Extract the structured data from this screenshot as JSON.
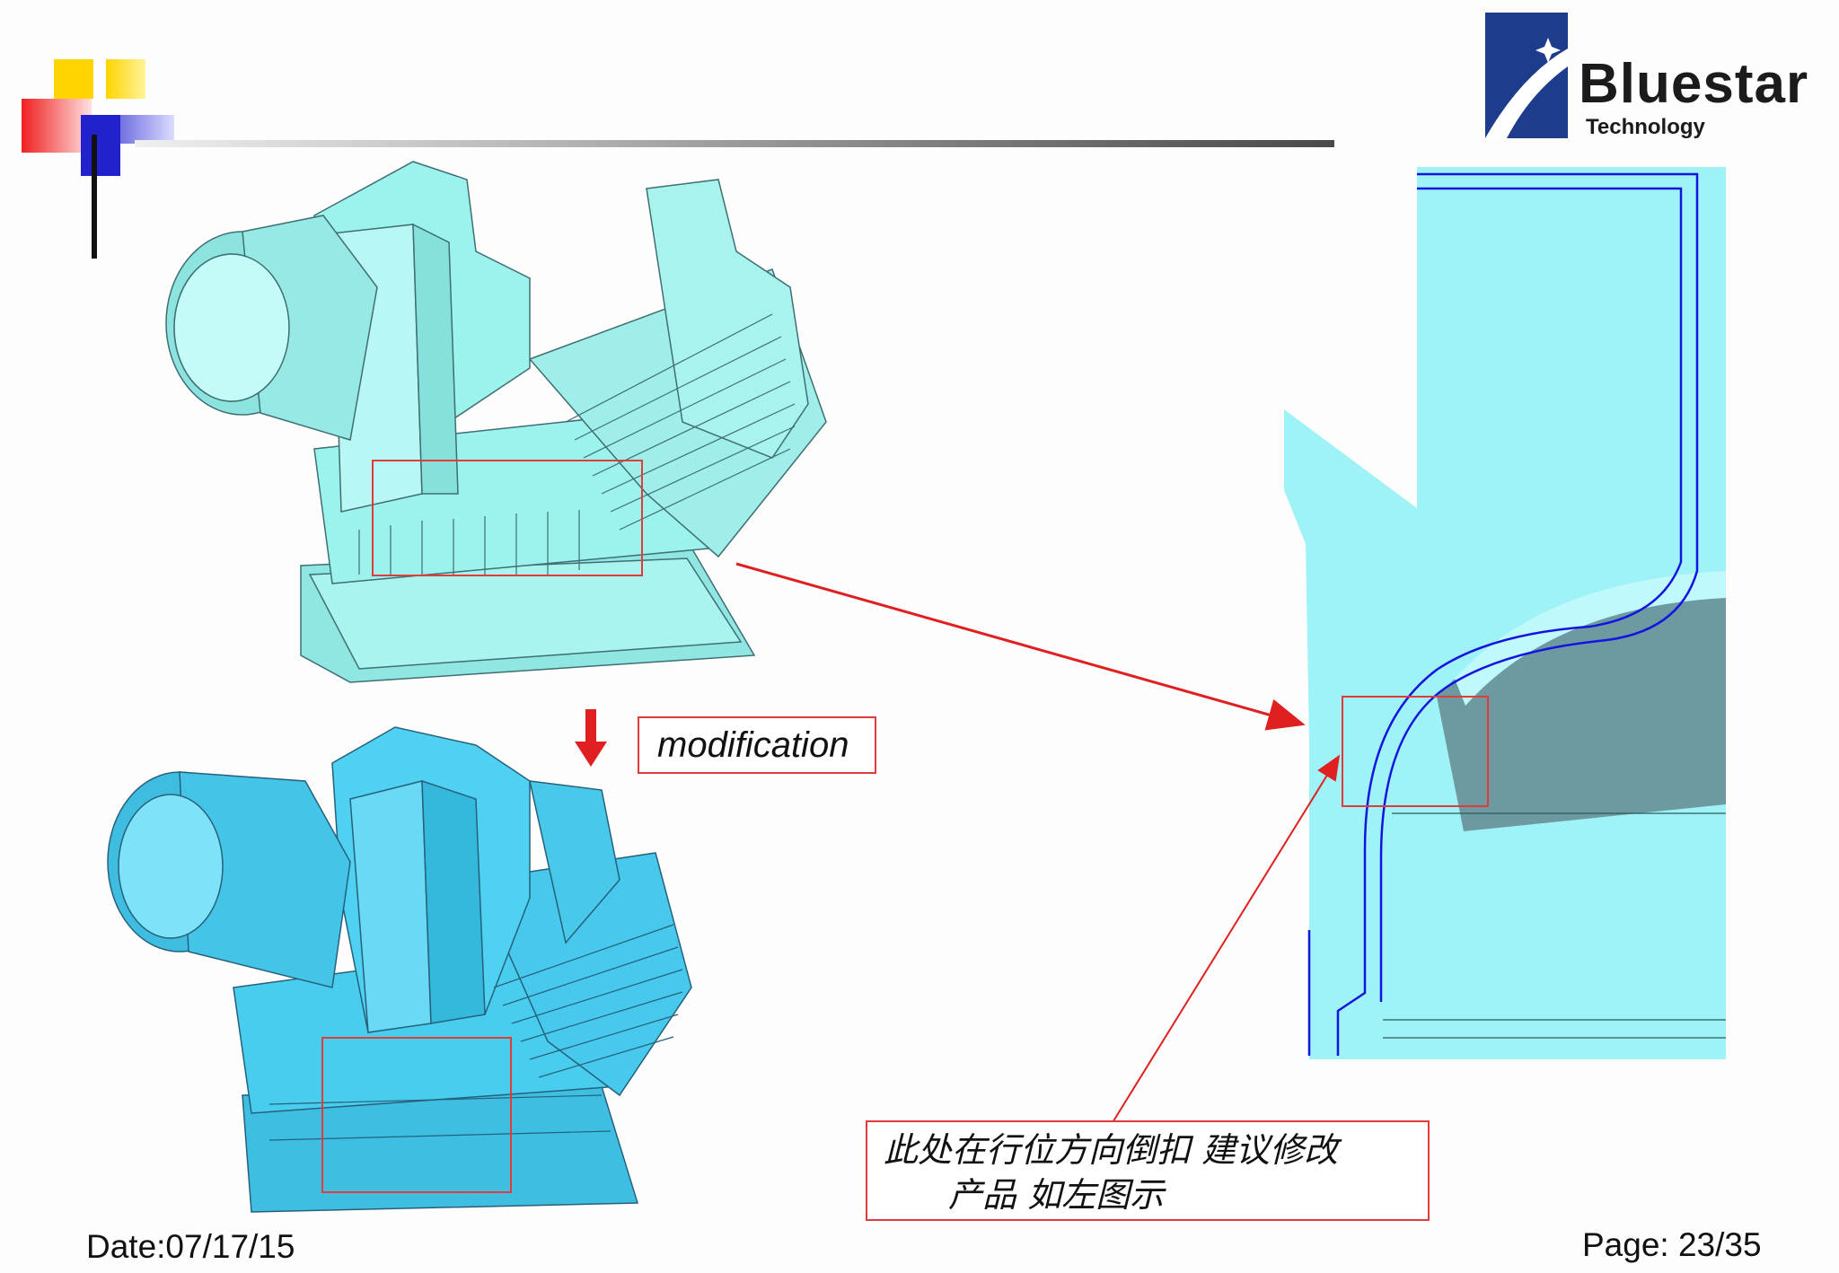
{
  "logo": {
    "brand": "Bluestar",
    "tagline": "Technology",
    "colors": {
      "blue": "#1e3c8c",
      "text": "#1b1b1b"
    }
  },
  "header": {
    "decoration_colors": {
      "yellow": "#ffd400",
      "red": "#ef2020",
      "blue": "#2222cc",
      "bar": "#555555"
    }
  },
  "labels": {
    "modification": "modification",
    "note_line1": "此处在行位方向倒扣 建议修改",
    "note_line2": "产品 如左图示"
  },
  "footer": {
    "date": "Date:07/17/15",
    "page": "Page: 23/35"
  },
  "colors": {
    "part_before": "#9cf2ec",
    "part_after": "#42c8ea",
    "section_fill": "#9ff3f7",
    "highlight_red": "#e23b3b",
    "outline_blue": "#1414e0"
  }
}
